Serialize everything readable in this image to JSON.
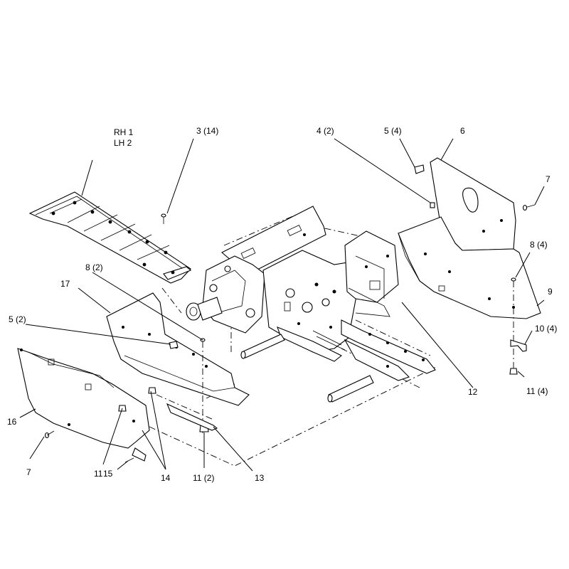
{
  "callouts": {
    "rh1": "RH 1",
    "lh2": "LH 2",
    "c3": "3 (14)",
    "c4": "4 (2)",
    "c5top": "5 (4)",
    "c6": "6",
    "c7right": "7",
    "c8right": "8 (4)",
    "c9": "9",
    "c10": "10 (4)",
    "c11right": "11 (4)",
    "c12": "12",
    "c8left": "8 (2)",
    "c17": "17",
    "c5left": "5 (2)",
    "c16": "16",
    "c7left": "7",
    "c11left": "11",
    "c15": "15",
    "c14": "14",
    "c11mid": "11 (2)",
    "c13": "13"
  }
}
